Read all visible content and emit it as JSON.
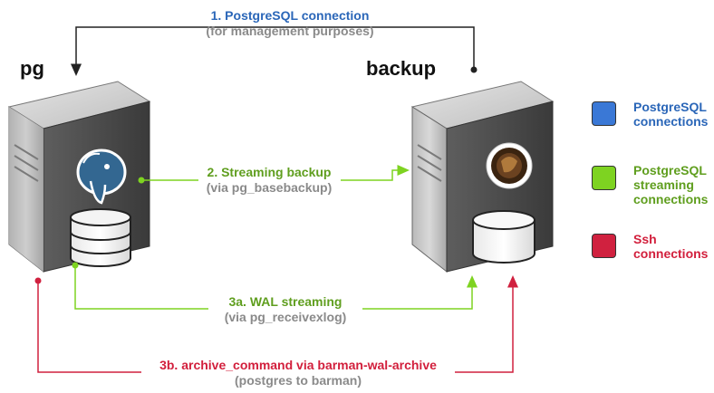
{
  "hosts": {
    "pg": "pg",
    "backup": "backup"
  },
  "connections": {
    "c1": {
      "title": "1. PostgreSQL connection",
      "subtitle": "(for management purposes)"
    },
    "c2": {
      "title": "2. Streaming backup",
      "subtitle": "(via pg_basebackup)"
    },
    "c3a": {
      "title": "3a. WAL streaming",
      "subtitle": "(via pg_receivexlog)"
    },
    "c3b": {
      "title": "3b. archive_command via barman-wal-archive",
      "subtitle": "(postgres to barman)"
    }
  },
  "legend": [
    {
      "line1": "PostgreSQL",
      "line2": "connections",
      "line3": "",
      "color": "#3a78d6"
    },
    {
      "line1": "PostgreSQL",
      "line2": "streaming",
      "line3": "connections",
      "color": "#7ed321"
    },
    {
      "line1": "Ssh",
      "line2": "connections",
      "line3": "",
      "color": "#d0213f"
    }
  ],
  "colors": {
    "postgres": "#2a66b8",
    "streaming": "#7ed321",
    "ssh": "#d0213f"
  },
  "icons": {
    "pg_server": "server-icon",
    "backup_server": "server-icon",
    "pg_logo": "postgresql-elephant-icon",
    "barman_logo": "barman-coffee-icon",
    "pg_storage": "database-cylinder-icon",
    "backup_storage": "database-cylinder-icon"
  }
}
